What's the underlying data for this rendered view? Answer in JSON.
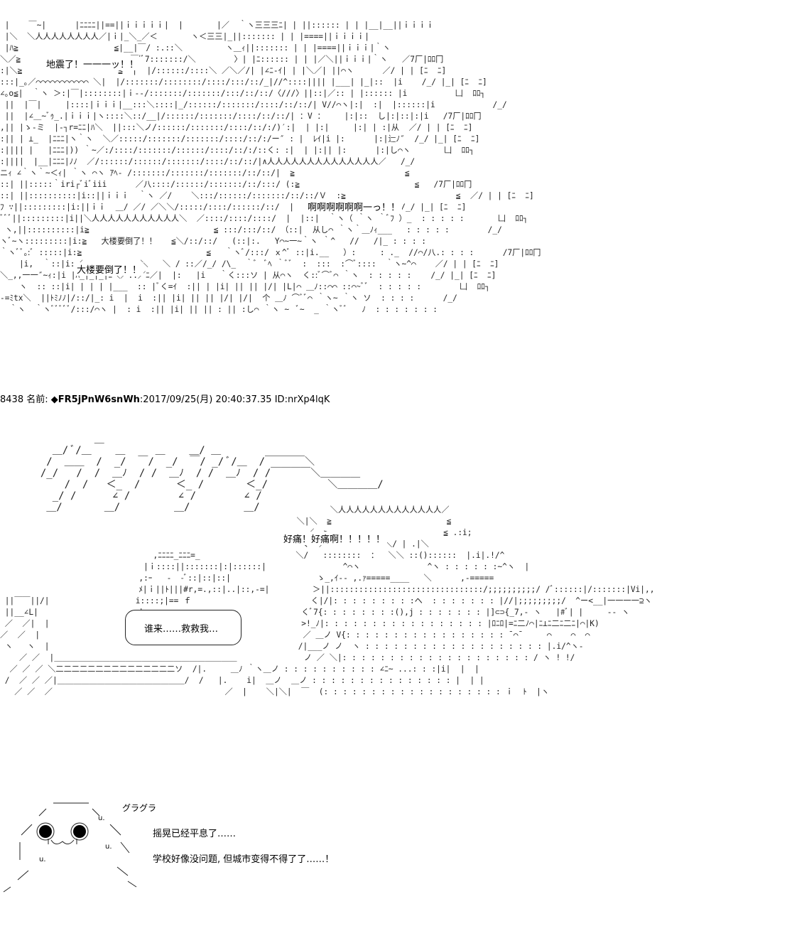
{
  "scene1": {
    "shout_earthquake": "地震了！一一一ッ！！",
    "shout_scream": "啊啊啊啊啊啊一っ！！",
    "shout_building": "大楼要倒了！！"
  },
  "post": {
    "number": "8438",
    "name_label": "名前:",
    "trip": "◆FR5jPnW6snWh",
    "datetime": ":2017/09/25(月) 20:40:37.35",
    "id": "ID:nrXp4lqK"
  },
  "scene2": {
    "sfx_rumble": "ゥゥゥゥ一",
    "shout_pain": "好痛！好痛啊！！！！！",
    "bubble_help": "谁来……救救我…"
  },
  "scene3": {
    "sfx_shake": "グラグラ",
    "line1": "摇晃已经平息了……",
    "line2": "学校好像没问题, 但城市变得不得了了……！"
  },
  "icons": {
    "building": "building-icon",
    "face": "face-icon"
  }
}
